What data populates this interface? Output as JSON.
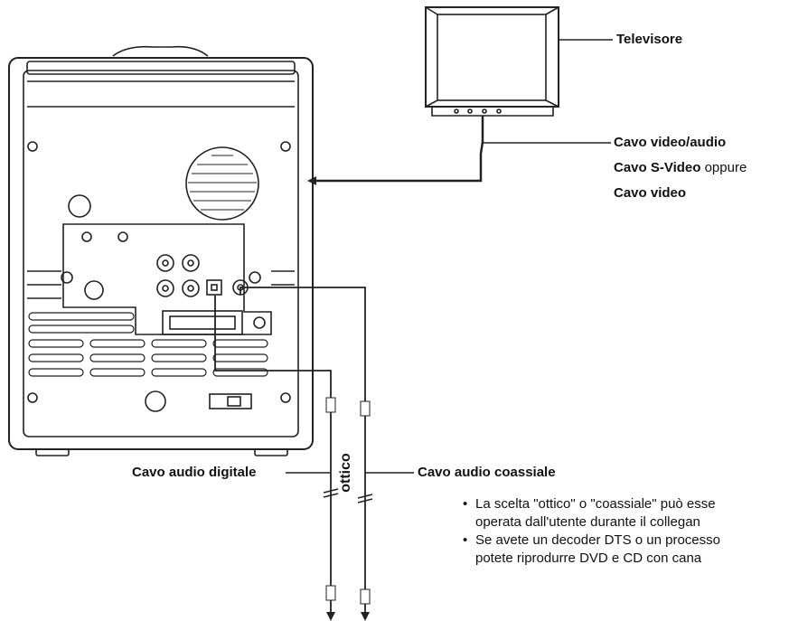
{
  "labels": {
    "tv": "Televisore",
    "av_cable": "Cavo video/audio",
    "svideo_cable": "Cavo S-Video",
    "svideo_suffix": " oppure",
    "video_cable": "Cavo video",
    "digital_cable": "Cavo audio digitale",
    "optical": "ottico",
    "coax_cable": "Cavo audio coassiale"
  },
  "notes": [
    {
      "bullet": "•",
      "line1": "La scelta \"ottico\" o \"coassiale\" può esse",
      "line2": "operata dall'utente durante il collegan"
    },
    {
      "bullet": "•",
      "line1": "Se avete un decoder DTS o un processo",
      "line2": "potete riprodurre DVD e CD con cana"
    }
  ]
}
